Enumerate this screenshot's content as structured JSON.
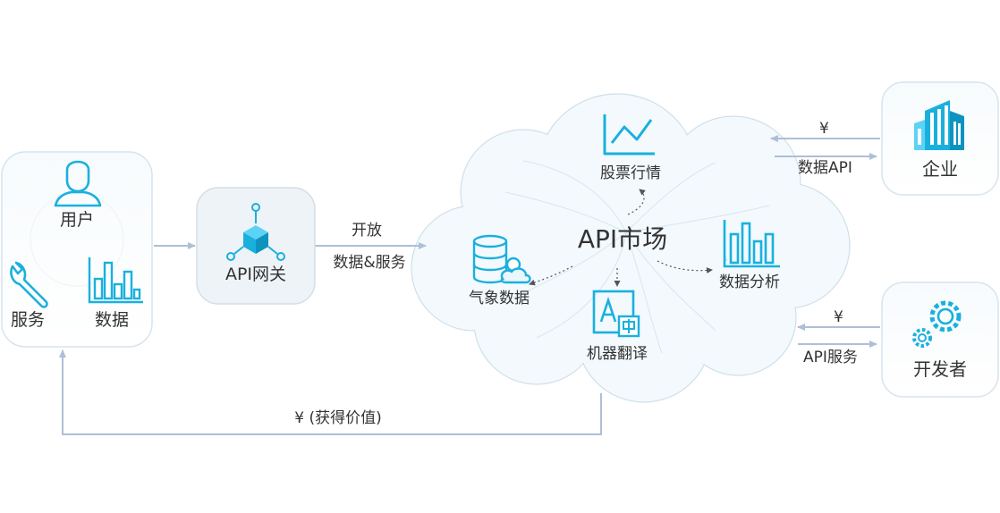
{
  "left_box": {
    "user_label": "用户",
    "service_label": "服务",
    "data_label": "数据"
  },
  "gateway": {
    "label": "API网关"
  },
  "gateway_to_market": {
    "top_label": "开放",
    "bottom_label": "数据&服务"
  },
  "market": {
    "title": "API市场",
    "items": {
      "stock": "股票行情",
      "weather": "气象数据",
      "analysis": "数据分析",
      "translation": "机器翻译"
    }
  },
  "enterprise": {
    "label": "企业",
    "in_label": "¥",
    "out_label": "数据API"
  },
  "developer": {
    "label": "开发者",
    "in_label": "¥",
    "out_label": "API服务"
  },
  "feedback": {
    "label": "¥ (获得价值)"
  },
  "colors": {
    "accent": "#1ab0de",
    "line": "#b9c8dc",
    "box_border": "#d6e4ee",
    "cloud_fill": "#f3f9fd"
  }
}
